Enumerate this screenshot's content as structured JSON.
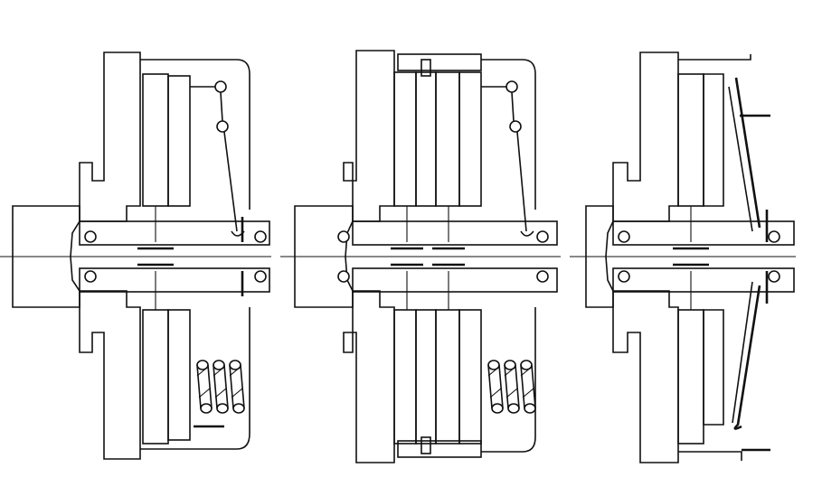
{
  "figure": {
    "panels": [
      {
        "id": "single-plate-clutch-with-coil-springs"
      },
      {
        "id": "twin-plate-clutch-with-coil-springs"
      },
      {
        "id": "single-plate-clutch-with-diaphragm-spring"
      }
    ],
    "colors": {
      "ink": "#111111",
      "paper": "#ffffff"
    },
    "hatch_styles": [
      "diagonal",
      "cross-hatch"
    ]
  }
}
